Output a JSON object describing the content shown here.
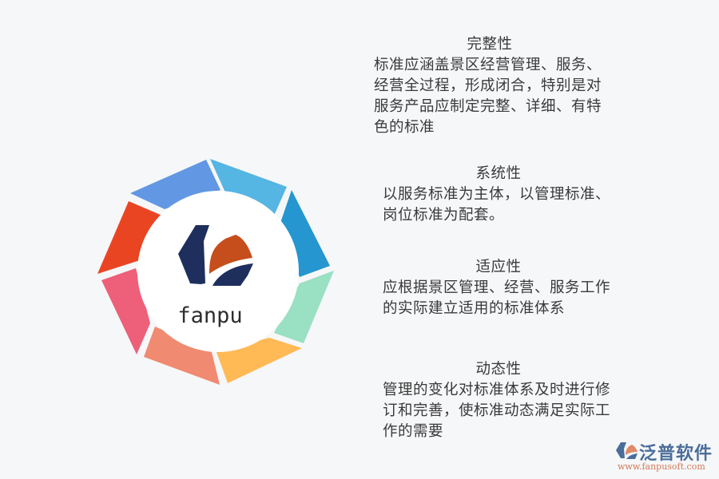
{
  "diagram": {
    "center": {
      "logo_text": "fanpu",
      "logo_colors": {
        "navy": "#1e2f5e",
        "orange": "#c64e1c"
      }
    },
    "ring_segments": [
      {
        "name": "blue",
        "color": "#6197e3"
      },
      {
        "name": "sky-blue",
        "color": "#55b5e3"
      },
      {
        "name": "deep-blue",
        "color": "#2596cf"
      },
      {
        "name": "mint",
        "color": "#9ae0c3"
      },
      {
        "name": "amber",
        "color": "#ffb955"
      },
      {
        "name": "salmon",
        "color": "#f08a70"
      },
      {
        "name": "pink",
        "color": "#ee5f79"
      },
      {
        "name": "red-orange",
        "color": "#ea4523"
      }
    ],
    "items": [
      {
        "title": "完整性",
        "body": "标准应涵盖景区经营管理、服务、经营全过程，形成闭合，特别是对服务产品应制定完整、详细、有特色的标准"
      },
      {
        "title": "系统性",
        "body": "以服务标准为主体，以管理标准、岗位标准为配套。"
      },
      {
        "title": "适应性",
        "body": "应根据景区管理、经营、服务工作的实际建立适用的标准体系"
      },
      {
        "title": "动态性",
        "body": "管理的变化对标准体系及时进行修订和完善，使标准动态满足实际工作的需要"
      }
    ]
  },
  "watermark": {
    "brand_name": "泛普软件",
    "url": "www.fanpusoft.com"
  }
}
